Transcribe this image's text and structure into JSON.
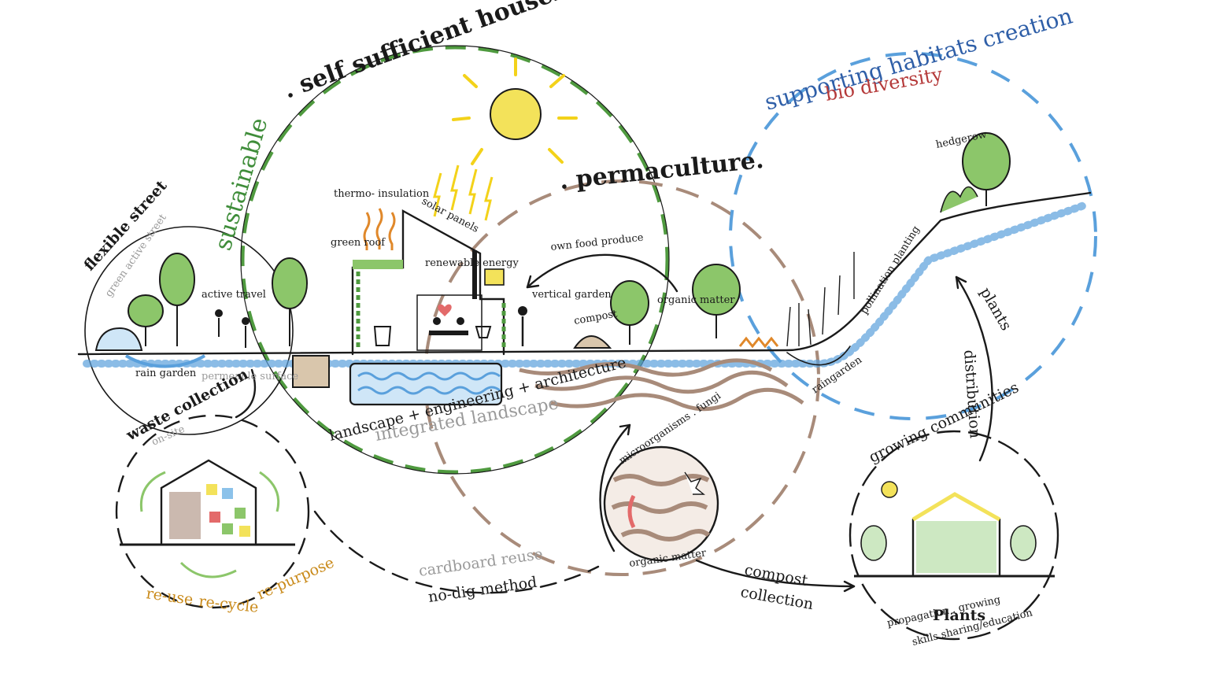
{
  "titles": {
    "sustainable": "sustainable",
    "self_sufficient": ". self sufficient household.",
    "supporting": "supporting habitats creation",
    "biodiversity": "bio diversity",
    "permaculture": ". permaculture."
  },
  "street": {
    "flexible": "flexible street",
    "green_active": "green active street",
    "active_travel": "active travel",
    "rain_garden": "rain garden",
    "permeable": "permeable surface"
  },
  "house": {
    "thermo": "thermo- insulation",
    "green_roof": "green roof",
    "solar": "solar panels",
    "renewable": "renewable energy"
  },
  "food": {
    "own_food": "own food produce",
    "vertical": "vertical garden",
    "compost": "compost",
    "organic": "organic matter"
  },
  "habitat": {
    "hedgerow": "hedgerow",
    "pollination": "pollination planting",
    "raingarden": "raingarden",
    "plants": "plants",
    "distribution": "distribution"
  },
  "landscape": {
    "integrated": "integrated landscape",
    "formula": "landscape + engineering + architecture"
  },
  "waste": {
    "title": "waste collection",
    "onsite": "on-site",
    "reuse": "re-use",
    "recycle": "re-cycle",
    "repurpose": "re-purpose"
  },
  "soil": {
    "micro": "microorganisms . fungi",
    "organic": "organic matter",
    "cardboard": "cardboard reuse",
    "nodig": "no-dig method",
    "compost_collection_1": "compost",
    "compost_collection_2": "collection"
  },
  "community": {
    "growing": "growing communities",
    "plants": "Plants",
    "propagation": "propagation . growing",
    "skills": "skills sharing/education"
  },
  "colors": {
    "ink": "#1a1a1a",
    "green": "#4f9a3f",
    "leaf": "#8cc66a",
    "blue": "#5aa0dc",
    "sun": "#f3e25a",
    "soil": "#a88b7a",
    "orange": "#e0882a"
  }
}
